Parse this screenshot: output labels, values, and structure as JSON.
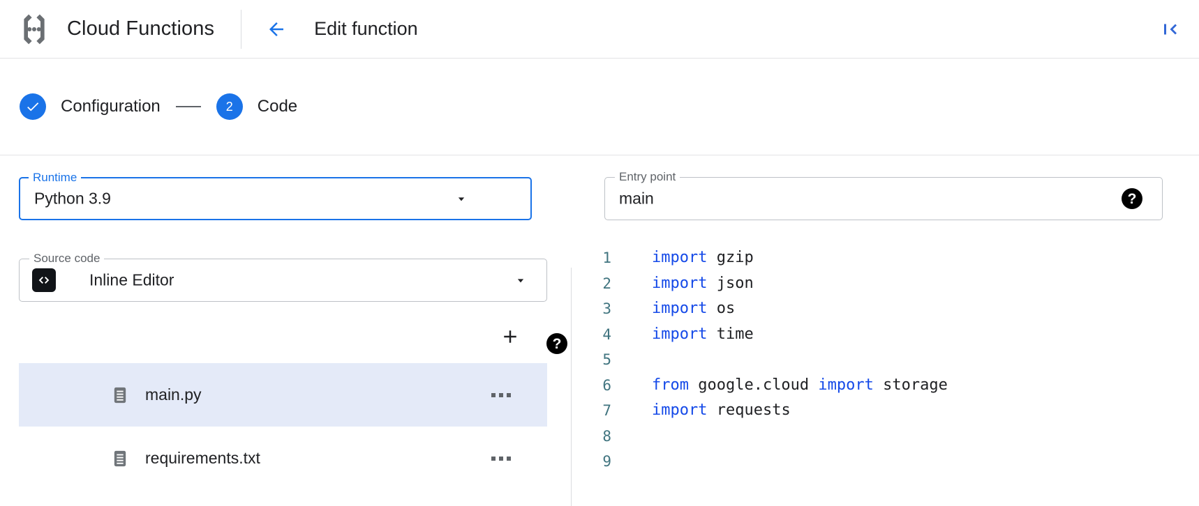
{
  "header": {
    "product_icon": "cloud-functions-logo",
    "product_name": "Cloud Functions",
    "back_icon": "arrow-left-icon",
    "page_title": "Edit function",
    "collapse_icon": "first-page-icon",
    "accent_color": "#1a73e8"
  },
  "stepper": {
    "steps": [
      {
        "marker": "check-icon",
        "label": "Configuration",
        "state": "completed"
      },
      {
        "marker": "2",
        "label": "Code",
        "state": "active"
      }
    ],
    "connector": "dash"
  },
  "form": {
    "runtime": {
      "label": "Runtime",
      "value": "Python 3.9",
      "focused": true,
      "dropdown_icon": "chevron-down-icon",
      "help_icon": "help-icon"
    },
    "entry_point": {
      "label": "Entry point",
      "value": "main",
      "placeholder": "Entry point",
      "focused": false,
      "help_icon": "help-icon"
    },
    "source_code": {
      "label": "Source code",
      "value": "Inline Editor",
      "leading_icon": "code-brackets-icon",
      "dropdown_icon": "chevron-down-icon"
    }
  },
  "file_panel": {
    "add_icon": "plus-icon",
    "files": [
      {
        "name": "main.py",
        "icon": "file-document-icon",
        "selected": true,
        "menu_icon": "more-horizontal-icon"
      },
      {
        "name": "requirements.txt",
        "icon": "file-document-icon",
        "selected": false,
        "menu_icon": "more-horizontal-icon"
      }
    ],
    "selected_row_color": "#e4eaf8"
  },
  "editor": {
    "language": "python",
    "keyword_color": "#1449e8",
    "line_number_color": "#40747f",
    "lines": [
      {
        "n": "1",
        "tokens": [
          {
            "t": "import",
            "c": "kw"
          },
          {
            "t": " gzip",
            "c": "id"
          }
        ]
      },
      {
        "n": "2",
        "tokens": [
          {
            "t": "import",
            "c": "kw"
          },
          {
            "t": " json",
            "c": "id"
          }
        ]
      },
      {
        "n": "3",
        "tokens": [
          {
            "t": "import",
            "c": "kw"
          },
          {
            "t": " os",
            "c": "id"
          }
        ]
      },
      {
        "n": "4",
        "tokens": [
          {
            "t": "import",
            "c": "kw"
          },
          {
            "t": " time",
            "c": "id"
          }
        ]
      },
      {
        "n": "5",
        "tokens": []
      },
      {
        "n": "6",
        "tokens": [
          {
            "t": "from",
            "c": "kw"
          },
          {
            "t": " google.cloud ",
            "c": "id"
          },
          {
            "t": "import",
            "c": "kw"
          },
          {
            "t": " storage",
            "c": "id"
          }
        ]
      },
      {
        "n": "7",
        "tokens": [
          {
            "t": "import",
            "c": "kw"
          },
          {
            "t": " requests",
            "c": "id"
          }
        ]
      },
      {
        "n": "8",
        "tokens": []
      },
      {
        "n": "9",
        "tokens": []
      }
    ]
  }
}
